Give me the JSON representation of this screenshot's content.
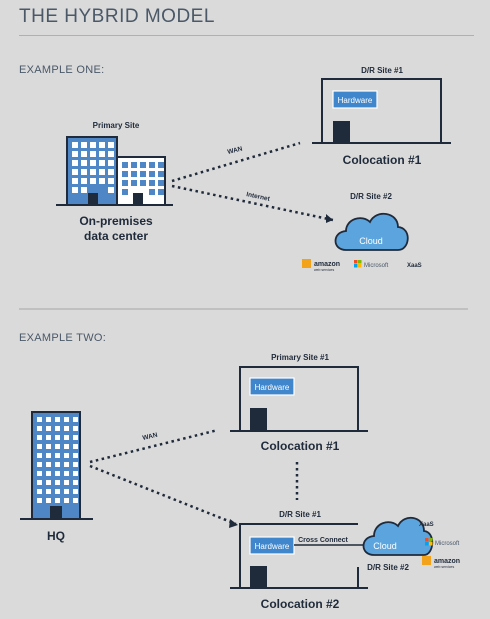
{
  "title": "THE HYBRID MODEL",
  "example_one": {
    "label": "EXAMPLE ONE:",
    "primary_site": "Primary Site",
    "onprem_line1": "On-premises",
    "onprem_line2": "data center",
    "wan": "WAN",
    "internet": "Internet",
    "dr1": "D/R Site #1",
    "hardware": "Hardware",
    "colo1": "Colocation #1",
    "dr2": "D/R Site #2",
    "cloud": "Cloud",
    "amazon": "amazon",
    "amazon_sub": "web services",
    "microsoft": "Microsoft",
    "xaas": "XaaS"
  },
  "example_two": {
    "label": "EXAMPLE TWO:",
    "hq": "HQ",
    "wan": "WAN",
    "primary1": "Primary Site #1",
    "hardware_top": "Hardware",
    "colo1": "Colocation #1",
    "dr1": "D/R Site #1",
    "hardware_bottom": "Hardware",
    "cross_connect": "Cross Connect",
    "cloud": "Cloud",
    "xaas": "XaaS",
    "microsoft": "Microsoft",
    "amazon": "amazon",
    "amazon_sub": "web services",
    "dr2": "D/R Site #2",
    "colo2": "Colocation #2"
  },
  "colors": {
    "navy": "#1f2a3a",
    "building_blue": "#4f86c6",
    "cloud_blue": "#5ba4dd",
    "hardware_blue": "#3f86cc",
    "background": "#dadada"
  }
}
